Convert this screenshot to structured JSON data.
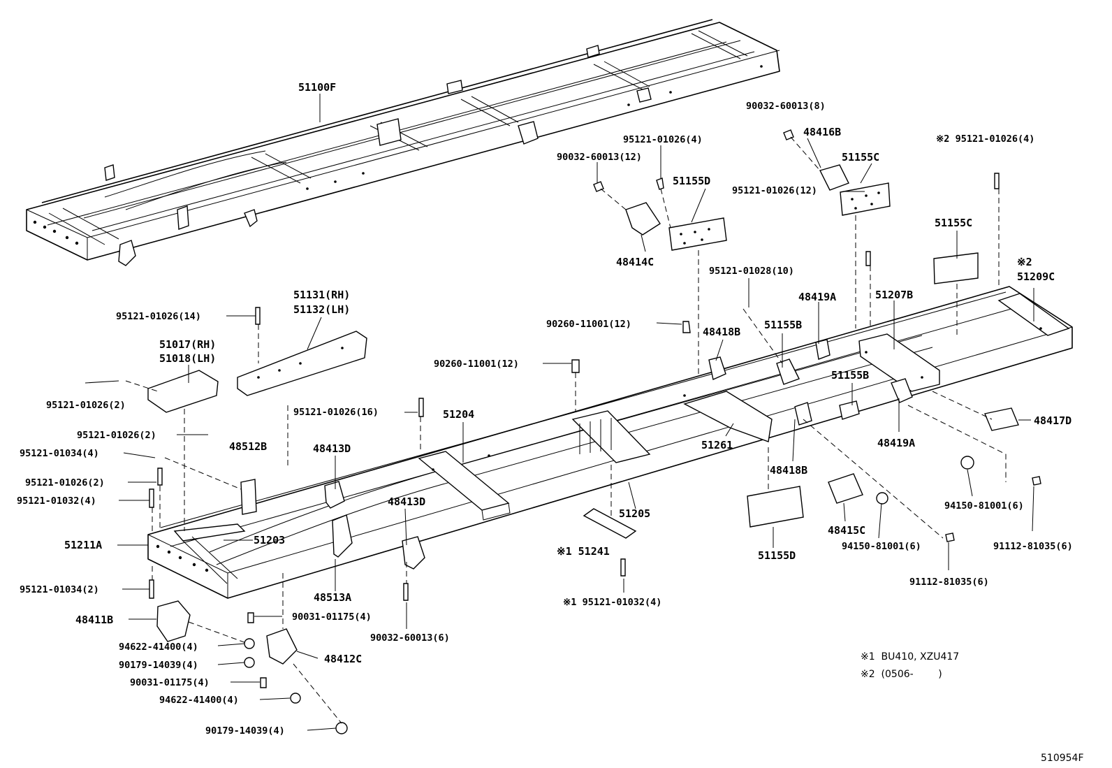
{
  "labels": {
    "p51100F": "51100F",
    "p90032_60013_8": "90032-60013(8)",
    "p48416B": "48416B",
    "p95121_01026_4a": "95121-01026(4)",
    "p90032_60013_12": "90032-60013(12)",
    "p51155C_top": "51155C",
    "p51155D_top": "51155D",
    "note2_95121_01026_4": "※2 95121-01026(4)",
    "p48414C": "48414C",
    "p95121_01026_12": "95121-01026(12)",
    "p51155C_right": "51155C",
    "p95121_01028_10": "95121-01028(10)",
    "note2_mark": "※2",
    "p51209C": "51209C",
    "p51131": "51131(RH)",
    "p51132": "51132(LH)",
    "p48419A_top": "48419A",
    "p51207B": "51207B",
    "p95121_01026_14": "95121-01026(14)",
    "p90260_11001_12a": "90260-11001(12)",
    "p48418B_top": "48418B",
    "p51155B_a": "51155B",
    "p51017": "51017(RH)",
    "p51018": "51018(LH)",
    "p90260_11001_12b": "90260-11001(12)",
    "p51155B_b": "51155B",
    "p95121_01026_2a": "95121-01026(2)",
    "p95121_01026_16": "95121-01026(16)",
    "p51204": "51204",
    "p48417D": "48417D",
    "p95121_01026_2b": "95121-01026(2)",
    "p51261": "51261",
    "p48419A_bot": "48419A",
    "p95121_01034_4": "95121-01034(4)",
    "p48512B": "48512B",
    "p48413D_a": "48413D",
    "p48418B_bot": "48418B",
    "p95121_01026_2c": "95121-01026(2)",
    "p95121_01032_4a": "95121-01032(4)",
    "p48413D_b": "48413D",
    "p94150_81001_6a": "94150-81001(6)",
    "p51205": "51205",
    "p48415C": "48415C",
    "p51211A": "51211A",
    "p51203": "51203",
    "p94150_81001_6b": "94150-81001(6)",
    "p91112_81035_6a": "91112-81035(6)",
    "note1_51241": "※1 51241",
    "p51155D_bot": "51155D",
    "p95121_01034_2": "95121-01034(2)",
    "p48513A": "48513A",
    "p91112_81035_6b": "91112-81035(6)",
    "note1_95121_01032_4": "※1 95121-01032(4)",
    "p90031_01175_4a": "90031-01175(4)",
    "p48411B": "48411B",
    "p90032_60013_6": "90032-60013(6)",
    "p94622_41400_4a": "94622-41400(4)",
    "p90179_14039_4a": "90179-14039(4)",
    "p48412C": "48412C",
    "p90031_01175_4b": "90031-01175(4)",
    "p94622_41400_4b": "94622-41400(4)",
    "p90179_14039_4b": "90179-14039(4)"
  },
  "notes": {
    "note1": "※1  BU410, XZU417",
    "note2": "※2  (0506-        )"
  },
  "drawing_id": "510954F"
}
